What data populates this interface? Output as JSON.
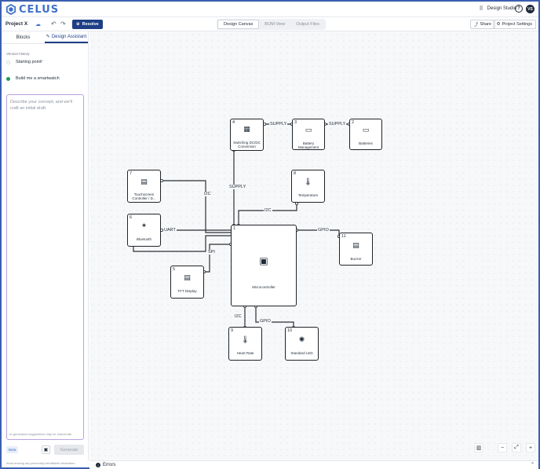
{
  "header": {
    "logo_text": "CELUS",
    "studio_label": "Design Studio",
    "help_glyph": "?",
    "avatar_initials": "VS"
  },
  "project": {
    "name": "Project X",
    "resolve_label": "Resolve",
    "tabs": [
      "Design Canvas",
      "BOM View",
      "Output Files"
    ],
    "active_tab": 0,
    "share_label": "Share",
    "settings_label": "Project Settings"
  },
  "sidebar": {
    "tabs": [
      "Blocks",
      "Design Assistant"
    ],
    "version_history_label": "Version history",
    "versions": [
      "Starting point!",
      "Build me a smartwatch"
    ],
    "prompt_placeholder": "Describe your concept, and we'll craft an initial draft.",
    "ai_note": "AI generated suggestions may be inaccurate.",
    "beta_label": "Beta",
    "generate_label": "Generate",
    "privacy_note": "Avoid sharing any personally identifiable information."
  },
  "canvas": {
    "blocks": [
      {
        "num": "4",
        "label": "Switching DC/DC Conversion",
        "icon": "chip-icon"
      },
      {
        "num": "3",
        "label": "Battery Management",
        "icon": "battery-icon"
      },
      {
        "num": "2",
        "label": "Batteries",
        "icon": "battery-icon"
      },
      {
        "num": "7",
        "label": "Touchscreen Controller / D...",
        "icon": "keypad-icon"
      },
      {
        "num": "8",
        "label": "Temperature",
        "icon": "thermometer-icon"
      },
      {
        "num": "6",
        "label": "Bluetooth",
        "icon": "bluetooth-icon"
      },
      {
        "num": "1",
        "label": "Microcontroller",
        "icon": "chip-icon"
      },
      {
        "num": "11",
        "label": "Buzzer",
        "icon": "keypad-icon"
      },
      {
        "num": "5",
        "label": "TFT Display",
        "icon": "keypad-icon"
      },
      {
        "num": "9",
        "label": "Heart Rate",
        "icon": "thermometer-icon"
      },
      {
        "num": "10",
        "label": "Standard LED",
        "icon": "led-icon"
      }
    ],
    "connections": [
      "SUPPLY",
      "SUPPLY",
      "SUPPLY",
      "I2C",
      "I2C",
      "UART",
      "SPI",
      "GPIO",
      "I2C",
      "GPIO"
    ]
  },
  "footer": {
    "errors_label": "Errors"
  }
}
